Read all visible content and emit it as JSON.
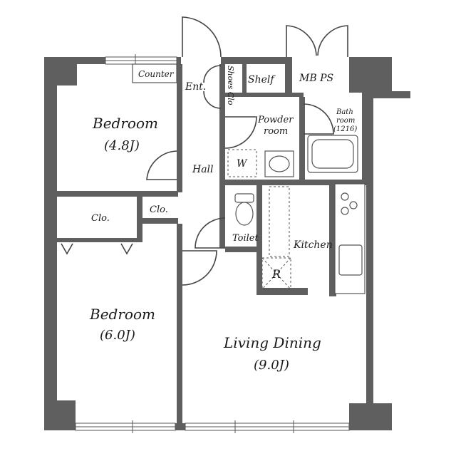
{
  "floor_plan": {
    "rooms": {
      "bedroom1": {
        "name": "Bedroom",
        "size": "(4.8J)"
      },
      "bedroom2": {
        "name": "Bedroom",
        "size": "(6.0J)"
      },
      "living": {
        "name": "Living Dining",
        "size": "(9.0J)"
      },
      "kitchen": "Kitchen",
      "hall": "Hall",
      "entrance": "Ent.",
      "shoes_closet": "Shoes Clo",
      "shelf": "Shelf",
      "mb_ps": "MB PS",
      "powder": {
        "line1": "Powder",
        "line2": "room"
      },
      "bath": {
        "line1": "Bath",
        "line2": "room",
        "line3": "(1216)"
      },
      "toilet": "Toilet",
      "counter": "Counter",
      "closet_large": "Clo.",
      "closet_small": "Clo.",
      "washer": "W",
      "fridge": "R"
    }
  }
}
